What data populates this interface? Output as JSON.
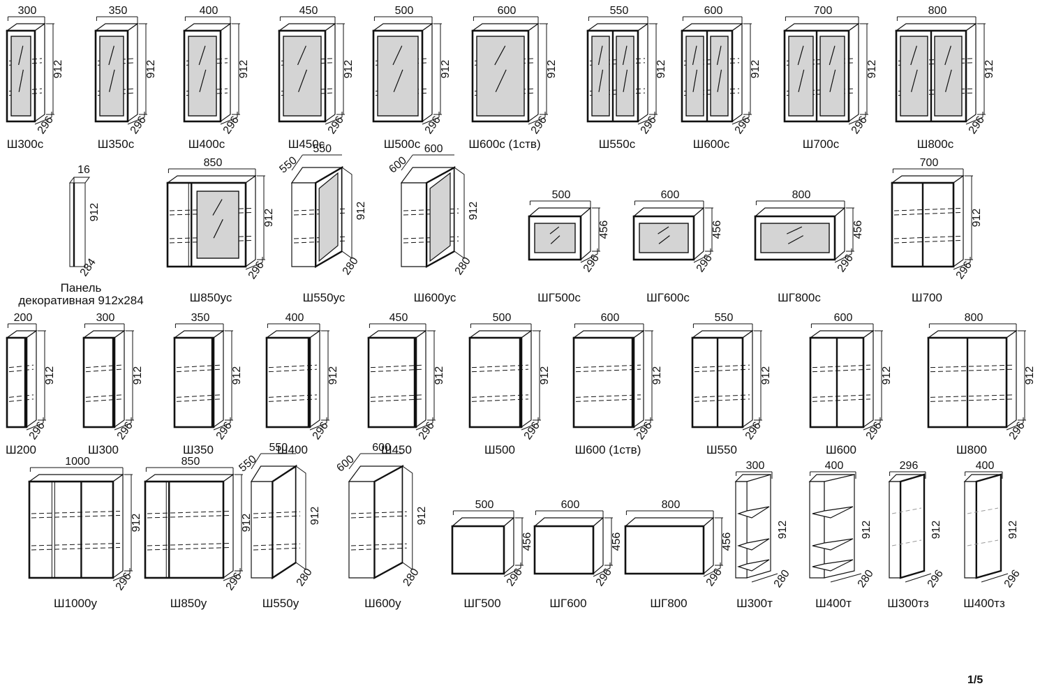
{
  "page_number": "1/5",
  "rows": [
    {
      "items": [
        {
          "label": "Ш300с",
          "w": "300",
          "h": "912",
          "d": "296",
          "doors": 1,
          "glass": true
        },
        {
          "label": "Ш350с",
          "w": "350",
          "h": "912",
          "d": "296",
          "doors": 1,
          "glass": true
        },
        {
          "label": "Ш400с",
          "w": "400",
          "h": "912",
          "d": "296",
          "doors": 1,
          "glass": true
        },
        {
          "label": "Ш450с",
          "w": "450",
          "h": "912",
          "d": "296",
          "doors": 1,
          "glass": true
        },
        {
          "label": "Ш500с",
          "w": "500",
          "h": "912",
          "d": "296",
          "doors": 1,
          "glass": true
        },
        {
          "label": "Ш600с (1ств)",
          "w": "600",
          "h": "912",
          "d": "296",
          "doors": 1,
          "glass": true
        },
        {
          "label": "Ш550с",
          "w": "550",
          "h": "912",
          "d": "296",
          "doors": 2,
          "glass": true
        },
        {
          "label": "Ш600с",
          "w": "600",
          "h": "912",
          "d": "296",
          "doors": 2,
          "glass": true
        },
        {
          "label": "Ш700с",
          "w": "700",
          "h": "912",
          "d": "296",
          "doors": 2,
          "glass": true
        },
        {
          "label": "Ш800с",
          "w": "800",
          "h": "912",
          "d": "296",
          "doors": 2,
          "glass": true
        }
      ]
    },
    {
      "items": [
        {
          "label": "Панель декоративная 912х284",
          "w": "16",
          "h": "912",
          "d": "284",
          "type": "panel"
        },
        {
          "label": "Ш850ус",
          "w": "850",
          "h": "912",
          "d": "296",
          "type": "corner-straight",
          "glass": true
        },
        {
          "label": "Ш550ус",
          "w": "550",
          "w2": "550",
          "h": "912",
          "d": "280",
          "type": "corner-diag",
          "glass": true
        },
        {
          "label": "Ш600ус",
          "w": "600",
          "w2": "600",
          "h": "912",
          "d": "280",
          "type": "corner-diag",
          "glass": true
        },
        {
          "label": "ШГ500с",
          "w": "500",
          "h": "456",
          "d": "296",
          "type": "wide",
          "glass": true
        },
        {
          "label": "ШГ600с",
          "w": "600",
          "h": "456",
          "d": "296",
          "type": "wide",
          "glass": true
        },
        {
          "label": "ШГ800с",
          "w": "800",
          "h": "456",
          "d": "296",
          "type": "wide",
          "glass": true
        },
        {
          "label": "Ш700",
          "w": "700",
          "h": "912",
          "d": "296",
          "doors": 2,
          "glass": false
        }
      ]
    },
    {
      "items": [
        {
          "label": "Ш200",
          "w": "200",
          "h": "912",
          "d": "296",
          "doors": 1
        },
        {
          "label": "Ш300",
          "w": "300",
          "h": "912",
          "d": "296",
          "doors": 1
        },
        {
          "label": "Ш350",
          "w": "350",
          "h": "912",
          "d": "296",
          "doors": 1
        },
        {
          "label": "Ш400",
          "w": "400",
          "h": "912",
          "d": "296",
          "doors": 1
        },
        {
          "label": "Ш450",
          "w": "450",
          "h": "912",
          "d": "296",
          "doors": 1
        },
        {
          "label": "Ш500",
          "w": "500",
          "h": "912",
          "d": "296",
          "doors": 1
        },
        {
          "label": "Ш600 (1ств)",
          "w": "600",
          "h": "912",
          "d": "296",
          "doors": 1
        },
        {
          "label": "Ш550",
          "w": "550",
          "h": "912",
          "d": "296",
          "doors": 2
        },
        {
          "label": "Ш600",
          "w": "600",
          "h": "912",
          "d": "296",
          "doors": 2
        },
        {
          "label": "Ш800",
          "w": "800",
          "h": "912",
          "d": "296",
          "doors": 2
        }
      ]
    },
    {
      "items": [
        {
          "label": "Ш1000у",
          "w": "1000",
          "h": "912",
          "d": "296",
          "type": "corner-straight3"
        },
        {
          "label": "Ш850у",
          "w": "850",
          "h": "912",
          "d": "296",
          "type": "corner-straight"
        },
        {
          "label": "Ш550у",
          "w": "550",
          "w2": "550",
          "h": "912",
          "d": "280",
          "type": "corner-diag"
        },
        {
          "label": "Ш600у",
          "w": "600",
          "w2": "600",
          "h": "912",
          "d": "280",
          "type": "corner-diag"
        },
        {
          "label": "ШГ500",
          "w": "500",
          "h": "456",
          "d": "296",
          "type": "wide"
        },
        {
          "label": "ШГ600",
          "w": "600",
          "h": "456",
          "d": "296",
          "type": "wide"
        },
        {
          "label": "ШГ800",
          "w": "800",
          "h": "456",
          "d": "296",
          "type": "wide"
        },
        {
          "label": "Ш300т",
          "w": "300",
          "h": "912",
          "d": "280",
          "type": "end-open"
        },
        {
          "label": "Ш400т",
          "w": "400",
          "h": "912",
          "d": "280",
          "type": "end-open"
        },
        {
          "label": "Ш300тз",
          "w": "296",
          "h": "912",
          "d": "296",
          "type": "end-closed"
        },
        {
          "label": "Ш400тз",
          "w": "400",
          "h": "912",
          "d": "296",
          "type": "end-closed"
        }
      ]
    }
  ]
}
